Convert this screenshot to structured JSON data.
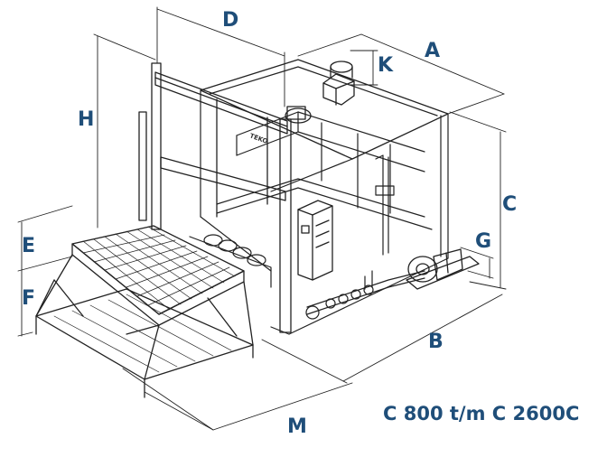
{
  "diagram": {
    "brand_mark": "TEKO",
    "dimensions": {
      "A": "A",
      "B": "B",
      "C": "C",
      "D": "D",
      "E": "E",
      "F": "F",
      "G": "G",
      "H": "H",
      "K": "K",
      "M": "M"
    },
    "caption": "C 800 t/m C 2600C",
    "colors": {
      "label": "#1f4e79",
      "line": "#222222"
    }
  }
}
